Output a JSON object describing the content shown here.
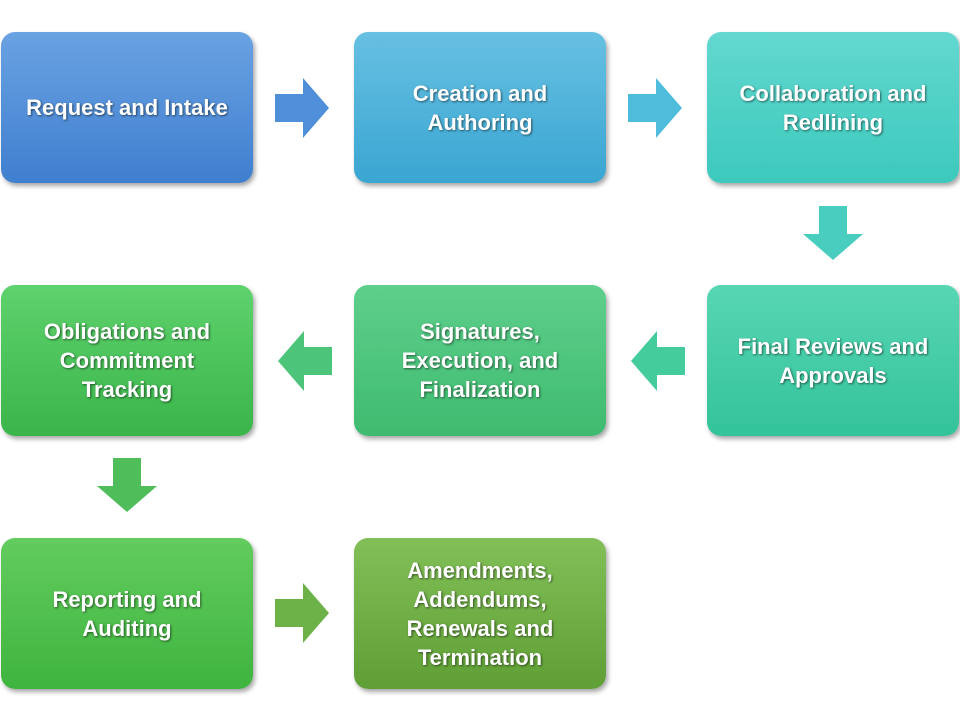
{
  "diagram": {
    "steps": [
      {
        "label": "Request and Intake"
      },
      {
        "label": "Creation and\nAuthoring"
      },
      {
        "label": "Collaboration and\nRedlining"
      },
      {
        "label": "Final Reviews and\nApprovals"
      },
      {
        "label": "Signatures,\nExecution, and\nFinalization"
      },
      {
        "label": "Obligations and\nCommitment\nTracking"
      },
      {
        "label": "Reporting and\nAuditing"
      },
      {
        "label": "Amendments,\nAddendums,\nRenewals and\nTermination"
      }
    ],
    "colors": {
      "step_1": [
        "#6aa2e2",
        "#3f7fcf"
      ],
      "step_2": [
        "#67c0e2",
        "#3aa6d2"
      ],
      "step_3": [
        "#63d8d0",
        "#3cc9bc"
      ],
      "step_4": [
        "#58d6b4",
        "#33c39a"
      ],
      "step_5": [
        "#5ecf8c",
        "#3fbb6f"
      ],
      "step_6": [
        "#5fd26d",
        "#3ab54a"
      ],
      "step_7": [
        "#62cc5e",
        "#3fb43f"
      ],
      "step_8": [
        "#82bf58",
        "#5f9f35"
      ],
      "arrow_1": "#4f8fda",
      "arrow_2": "#4fbcdc",
      "arrow_3": "#48cdbf",
      "arrow_4": "#44cc9c",
      "arrow_5": "#4cc47a",
      "arrow_6": "#4fbd5a",
      "arrow_7": "#6db249"
    }
  }
}
